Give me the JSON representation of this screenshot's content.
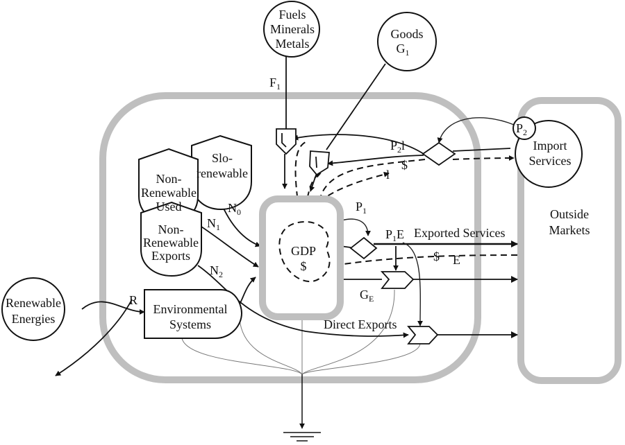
{
  "sources": {
    "fuels": [
      "Fuels",
      "Minerals",
      "Metals"
    ],
    "goods": {
      "name": "Goods",
      "symbol": "G",
      "sub": "1"
    },
    "renewable": [
      "Renewable",
      "Energies"
    ],
    "import_services": [
      "Import",
      "Services"
    ],
    "p2_circle": {
      "symbol": "P",
      "sub": "2"
    }
  },
  "storages": {
    "slo_renewable": [
      "Slo-",
      "renewable"
    ],
    "nonrenewable_used": [
      "Non-",
      "Renewable",
      "Used"
    ],
    "nonrenewable_exports": [
      "Non-",
      "Renewable",
      "Exports"
    ]
  },
  "systems": {
    "environmental": [
      "Environmental",
      "Systems"
    ],
    "gdp": [
      "GDP",
      "$"
    ],
    "outside_markets": [
      "Outside",
      "Markets"
    ]
  },
  "labels": {
    "f1": {
      "symbol": "F",
      "sub": "1"
    },
    "n0": {
      "symbol": "N",
      "sub": "0"
    },
    "n1": {
      "symbol": "N",
      "sub": "1"
    },
    "n2": {
      "symbol": "N",
      "sub": "2"
    },
    "r": "R",
    "p1": {
      "symbol": "P",
      "sub": "1"
    },
    "p1e": {
      "symbol": "P",
      "sub": "1",
      "suffix": "E"
    },
    "p2l": {
      "symbol": "P",
      "sub": "2",
      "suffix": "l"
    },
    "dollar_import": "$",
    "l_import": "l",
    "exported_services": "Exported Services",
    "dollar_e": "$",
    "e": "E",
    "ge": {
      "symbol": "G",
      "sub": "E"
    },
    "direct_exports": "Direct Exports"
  }
}
